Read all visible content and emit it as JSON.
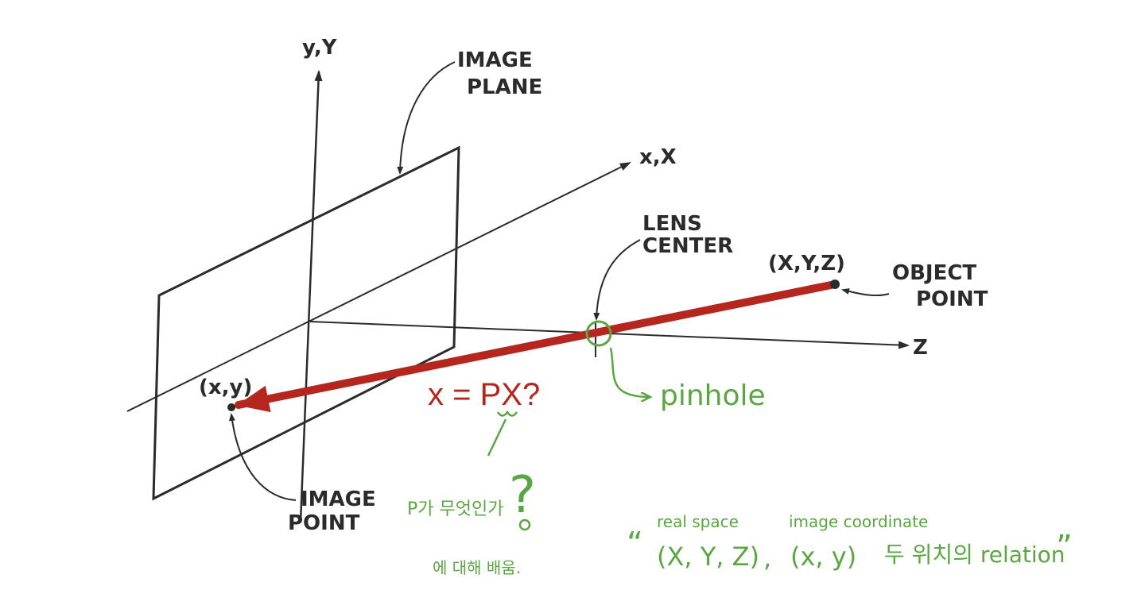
{
  "labels": {
    "y_axis": "y,Y",
    "x_axis": "x,X",
    "z_axis": "Z",
    "image_plane_1": "IMAGE",
    "image_plane_2": "PLANE",
    "lens_center_1": "LENS",
    "lens_center_2": "CENTER",
    "object_coords": "(X,Y,Z)",
    "object_point_1": "OBJECT",
    "object_point_2": "POINT",
    "image_coords": "(x,y)",
    "image_point_1": "IMAGE",
    "image_point_2": "POINT"
  },
  "annotations": {
    "equation": "x = PX?",
    "pinhole": "pinhole",
    "question_mark": "?",
    "question_note_1": "P가 무엇인가",
    "question_note_2": "에 대해 배움.",
    "real_space": "real space",
    "image_coordinate": "image coordinate",
    "coords_real": "(X, Y, Z)",
    "coords_image": "(x, y)",
    "relation": "두 위치의 relation",
    "open_quote": "“",
    "close_quote": "”",
    "comma": ","
  },
  "colors": {
    "ray": "#b5261e",
    "handwriting": "#5aa642",
    "ink": "#2b2b2b"
  }
}
